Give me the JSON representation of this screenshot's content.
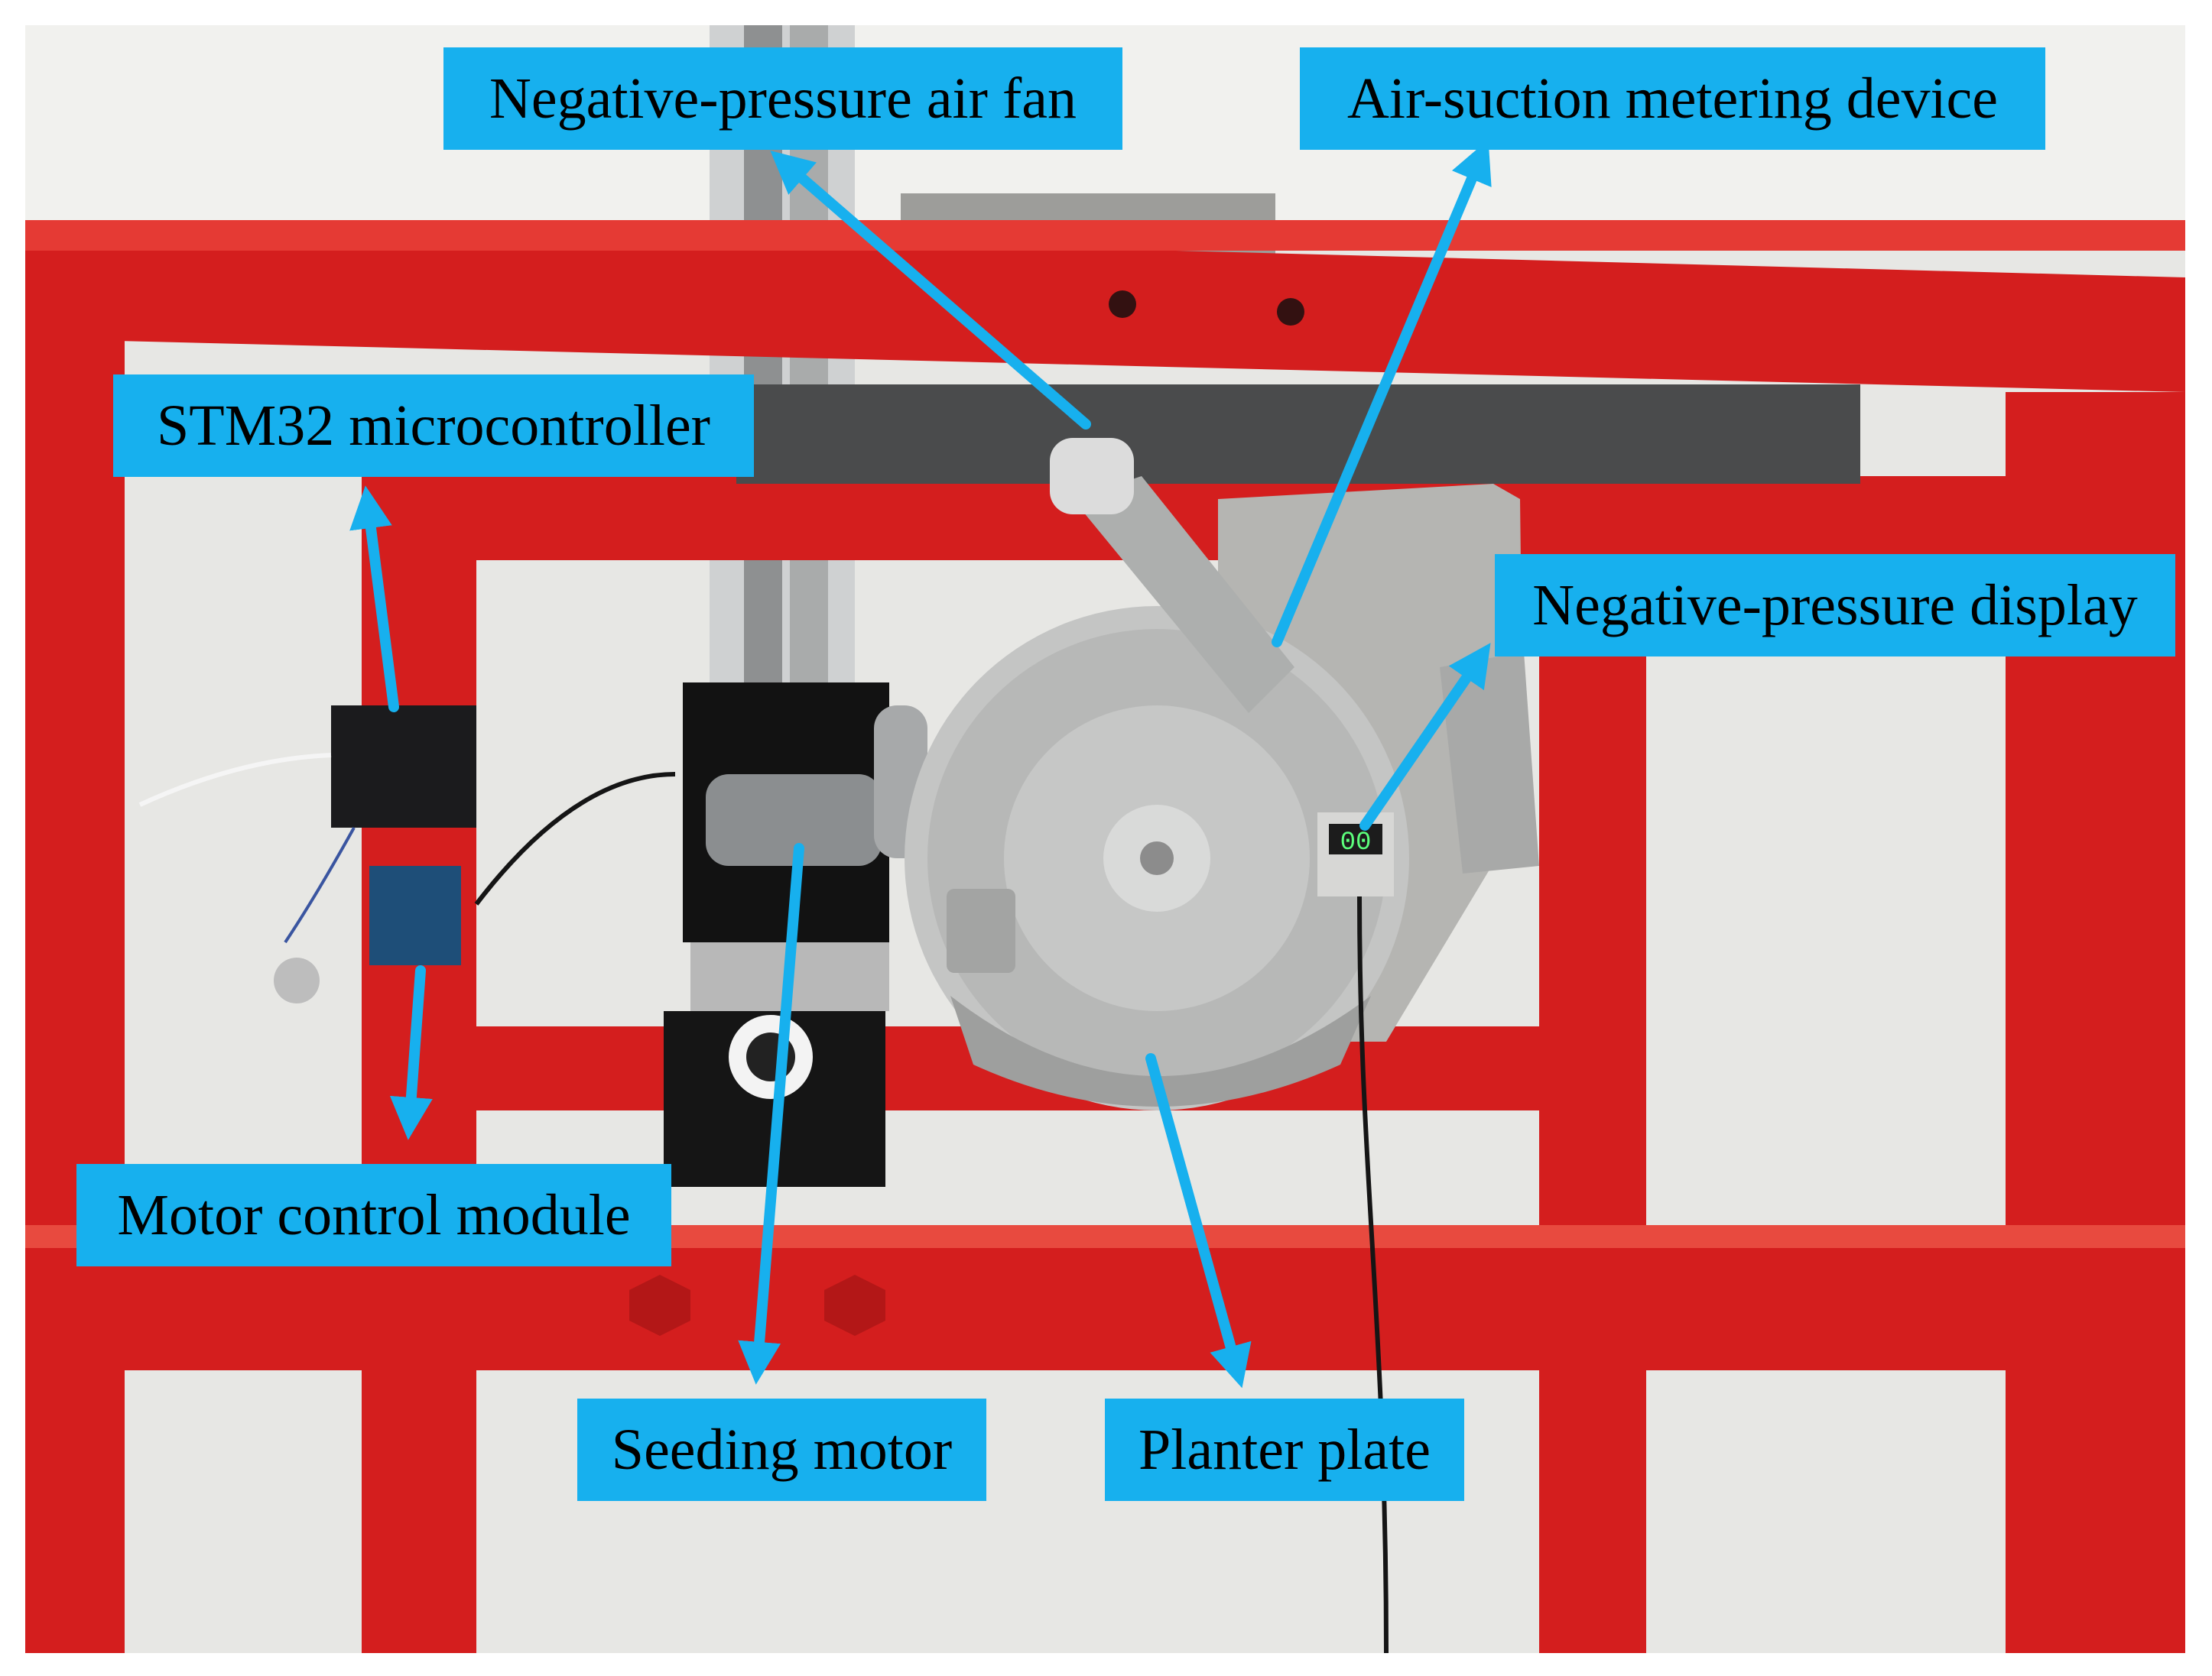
{
  "colors": {
    "label_background": "#17b0ee",
    "arrow": "#17b0ee",
    "frame_red": "#d41d1d",
    "wall": "#e6e6e3"
  },
  "labels": {
    "negative_pressure_air_fan": "Negative-pressure air fan",
    "air_suction_metering_device": "Air-suction metering device",
    "stm32_microcontroller": "STM32 microcontroller",
    "negative_pressure_display": "Negative-pressure display",
    "motor_control_module": "Motor control module",
    "seeding_motor": "Seeding motor",
    "planter_plate": "Planter plate"
  },
  "display": {
    "reading": "00"
  }
}
